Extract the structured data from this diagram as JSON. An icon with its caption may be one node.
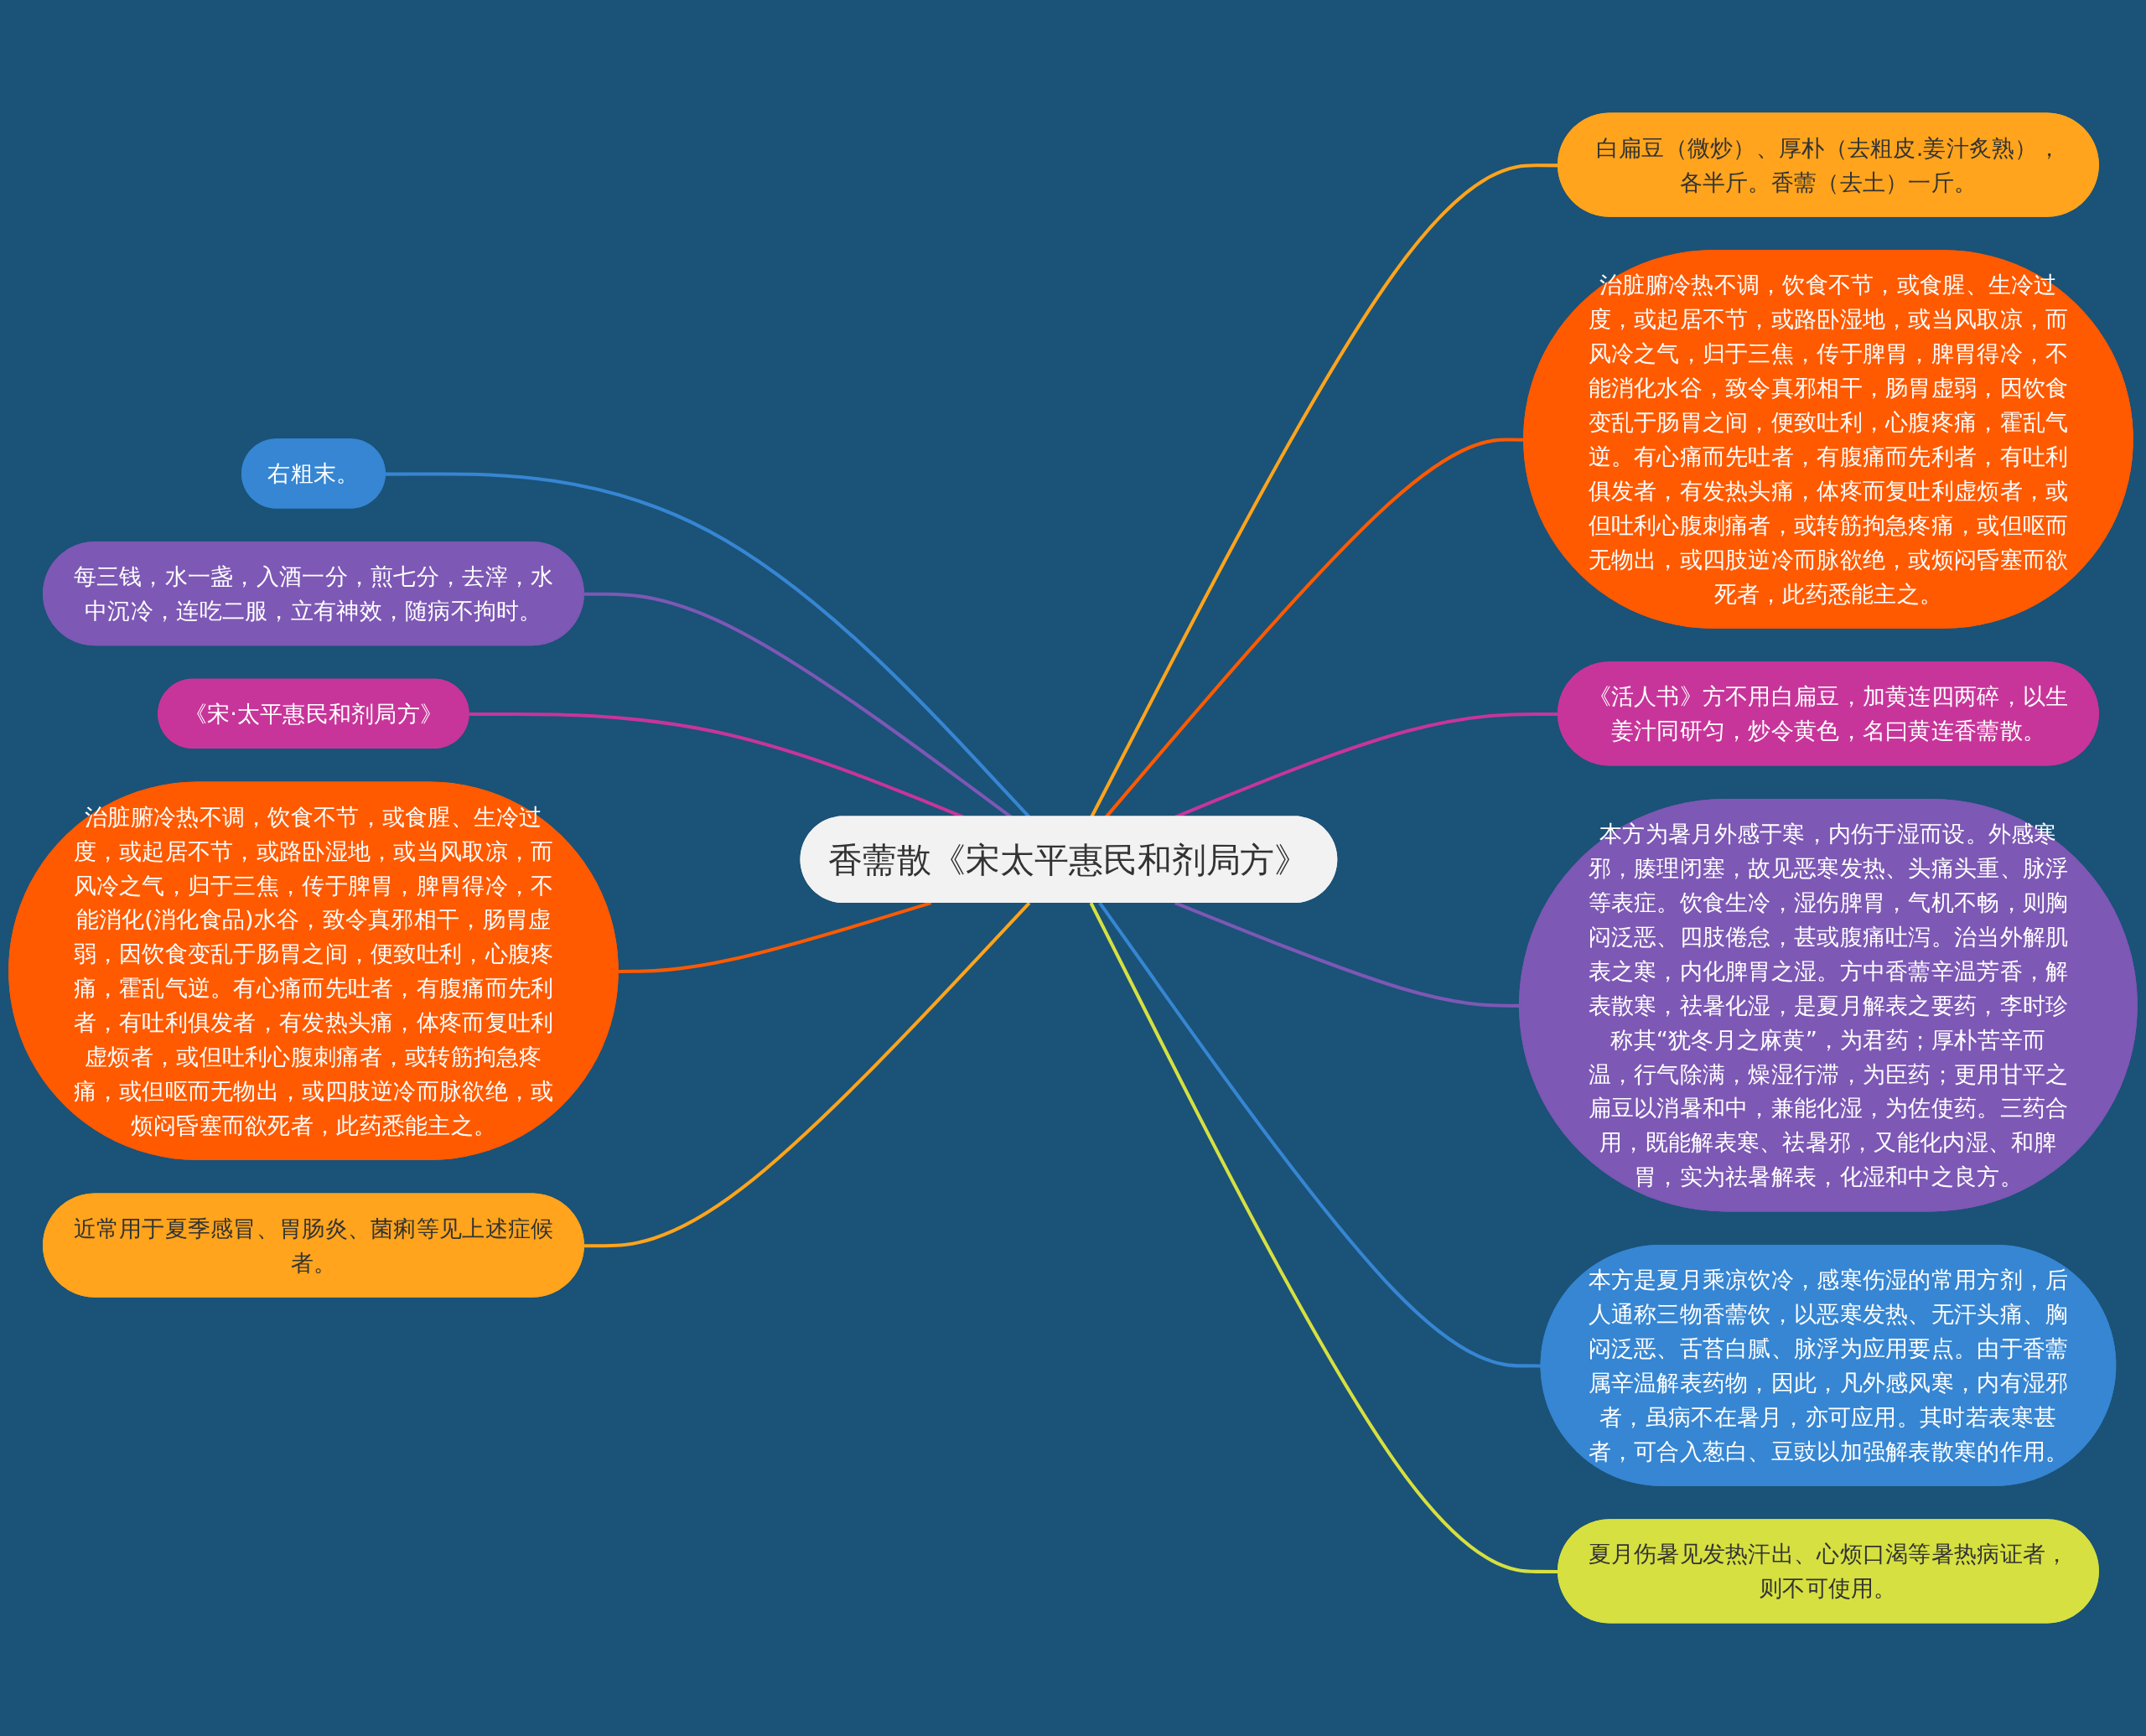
{
  "diagram": {
    "nodes": [
      {
        "text": [
          "香薷散《宋太平惠民和剂局方》"
        ]
      },
      {
        "text": [
          "白扁豆（微炒）、厚朴（去粗皮.姜汁炙熟），各半斤。香薷（去土）一斤。"
        ]
      },
      {
        "text": [
          "治脏腑冷热不调，饮食不节，或食腥、生冷过度，或起居不节，或路卧湿地，或当风取凉，而风冷之气，归于三焦，传于脾胃，脾胃得冷，不能消化水谷，致令真邪相干，肠胃虚弱，因饮食变乱于肠胃之间，便致吐利，心腹疼痛，霍乱气逆。有心痛而先吐者，有腹痛而先利者，有吐利俱发者，有发热头痛，体疼而复吐利虚烦者，或但吐利心腹刺痛者，或转筋拘急疼痛，或但呕而无物出，或四肢逆冷而脉欲绝，或烦闷昏塞而欲死者，此药悉能主之。"
        ]
      },
      {
        "text": [
          "《活人书》方不用白扁豆，加黄连四两碎，以生姜汁同研匀，炒令黄色，名曰黄连香薷散。"
        ]
      },
      {
        "text": [
          "本方为暑月外感于寒，内伤于湿而设。外感寒邪，腠理闭塞，故见恶寒发热、头痛头重、脉浮等表症。饮食生冷，湿伤脾胃，气机不畅，则胸闷泛恶、四肢倦怠，甚或腹痛吐泻。治当外解肌表之寒，内化脾胃之湿。方中香薷辛温芳香，解表散寒，祛暑化湿，是夏月解表之要药，李时珍称其“犹冬月之麻黄”，为君药；厚朴苦辛而温，行气除满，燥湿行滞，为臣药；更用甘平之扁豆以消暑和中，兼能化湿，为佐使药。三药合用，既能解表寒、祛暑邪，又能化内湿、和脾胃，实为祛暑解表，化湿和中之良方。"
        ]
      },
      {
        "text": [
          "本方是夏月乘凉饮冷，感寒伤湿的常用方剂，后人通称三物香薷饮，以恶寒发热、无汗头痛、胸闷泛恶、舌苔白腻、脉浮为应用要点。由于香薷属辛温解表药物，因此，凡外感风寒，内有湿邪者，虽病不在暑月，亦可应用。其时若表寒甚者，可合入葱白、豆豉以加强解表散寒的作用。"
        ]
      },
      {
        "text": [
          "夏月伤暑见发热汗出、心烦口渴等暑热病证者，则不可使用。"
        ]
      },
      {
        "text": [
          "右粗末。"
        ]
      },
      {
        "text": [
          "每三钱，水一盏，入酒一分，煎七分，去滓，水中沉冷，连吃二服，立有神效，随病不拘时。"
        ]
      },
      {
        "text": [
          "《宋·太平惠民和剂局方》"
        ]
      },
      {
        "text": [
          "治脏腑冷热不调，饮食不节，或食腥、生冷过度，或起居不节，或路卧湿地，或当风取凉，而风冷之气，归于三焦，传于脾胃，脾胃得冷，不能消化(消化食品)水谷，致令真邪相干，肠胃虚弱，因饮食变乱于肠胃之间，便致吐利，心腹疼痛，霍乱气逆。有心痛而先吐者，有腹痛而先利者，有吐利俱发者，有发热头痛，体疼而复吐利虚烦者，或但吐利心腹刺痛者，或转筋拘急疼痛，或但呕而无物出，或四肢逆冷而脉欲绝，或烦闷昏塞而欲死者，此药悉能主之。"
        ]
      },
      {
        "text": [
          "近常用于夏季感冒、胃肠炎、菌痢等见上述症候者。"
        ]
      }
    ],
    "edges": [
      {
        "from": 0,
        "to": 1,
        "arrow": "none",
        "color": "#ffa41c"
      },
      {
        "from": 0,
        "to": 2,
        "arrow": "none",
        "color": "#ff5a00"
      },
      {
        "from": 0,
        "to": 3,
        "arrow": "none",
        "color": "#c8359a"
      },
      {
        "from": 0,
        "to": 4,
        "arrow": "none",
        "color": "#7d58b5"
      },
      {
        "from": 0,
        "to": 5,
        "arrow": "none",
        "color": "#3686d3"
      },
      {
        "from": 0,
        "to": 6,
        "arrow": "none",
        "color": "#d6e040"
      },
      {
        "from": 7,
        "to": 0,
        "arrow": "none",
        "color": "#3686d3"
      },
      {
        "from": 8,
        "to": 0,
        "arrow": "none",
        "color": "#7d58b5"
      },
      {
        "from": 9,
        "to": 0,
        "arrow": "none",
        "color": "#c8359a"
      },
      {
        "from": 10,
        "to": 0,
        "arrow": "none",
        "color": "#ff5a00"
      },
      {
        "from": 11,
        "to": 0,
        "arrow": "none",
        "color": "#ffa41c"
      }
    ]
  }
}
